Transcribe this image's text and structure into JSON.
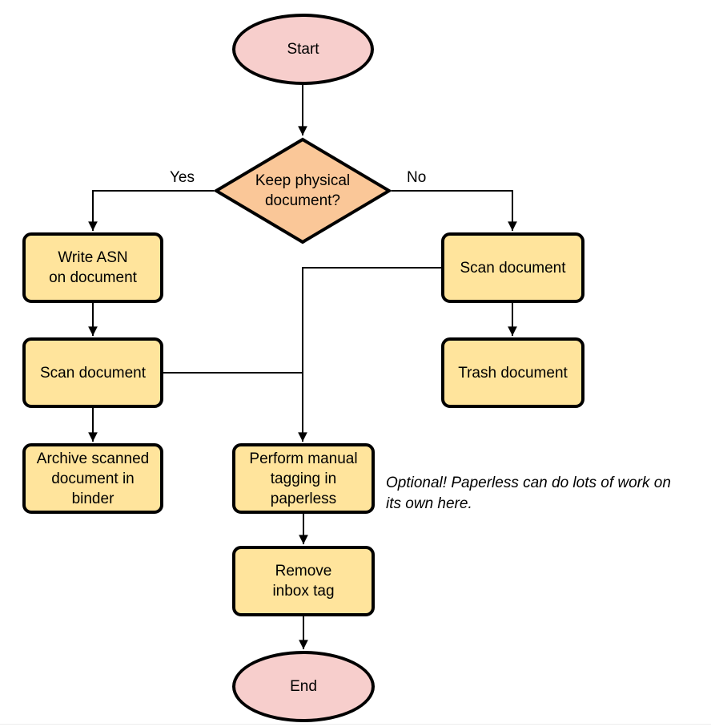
{
  "diagram": {
    "colors": {
      "terminator_fill": "#f7cecc",
      "decision_fill": "#fac798",
      "process_fill": "#ffe49c",
      "stroke": "#000000"
    },
    "nodes": {
      "start": {
        "label": "Start"
      },
      "decision": {
        "label": "Keep physical\ndocument?"
      },
      "write_asn": {
        "label": "Write ASN\non document"
      },
      "scan_keep": {
        "label": "Scan document"
      },
      "archive": {
        "label": "Archive scanned\ndocument in\nbinder"
      },
      "scan_discard": {
        "label": "Scan document"
      },
      "trash": {
        "label": "Trash document"
      },
      "tagging": {
        "label": "Perform manual\ntagging in\npaperless"
      },
      "remove_inbox": {
        "label": "Remove\ninbox tag"
      },
      "end": {
        "label": "End"
      }
    },
    "edge_labels": {
      "yes": "Yes",
      "no": "No"
    },
    "note": "Optional! Paperless can do lots of work on\nits own here."
  }
}
